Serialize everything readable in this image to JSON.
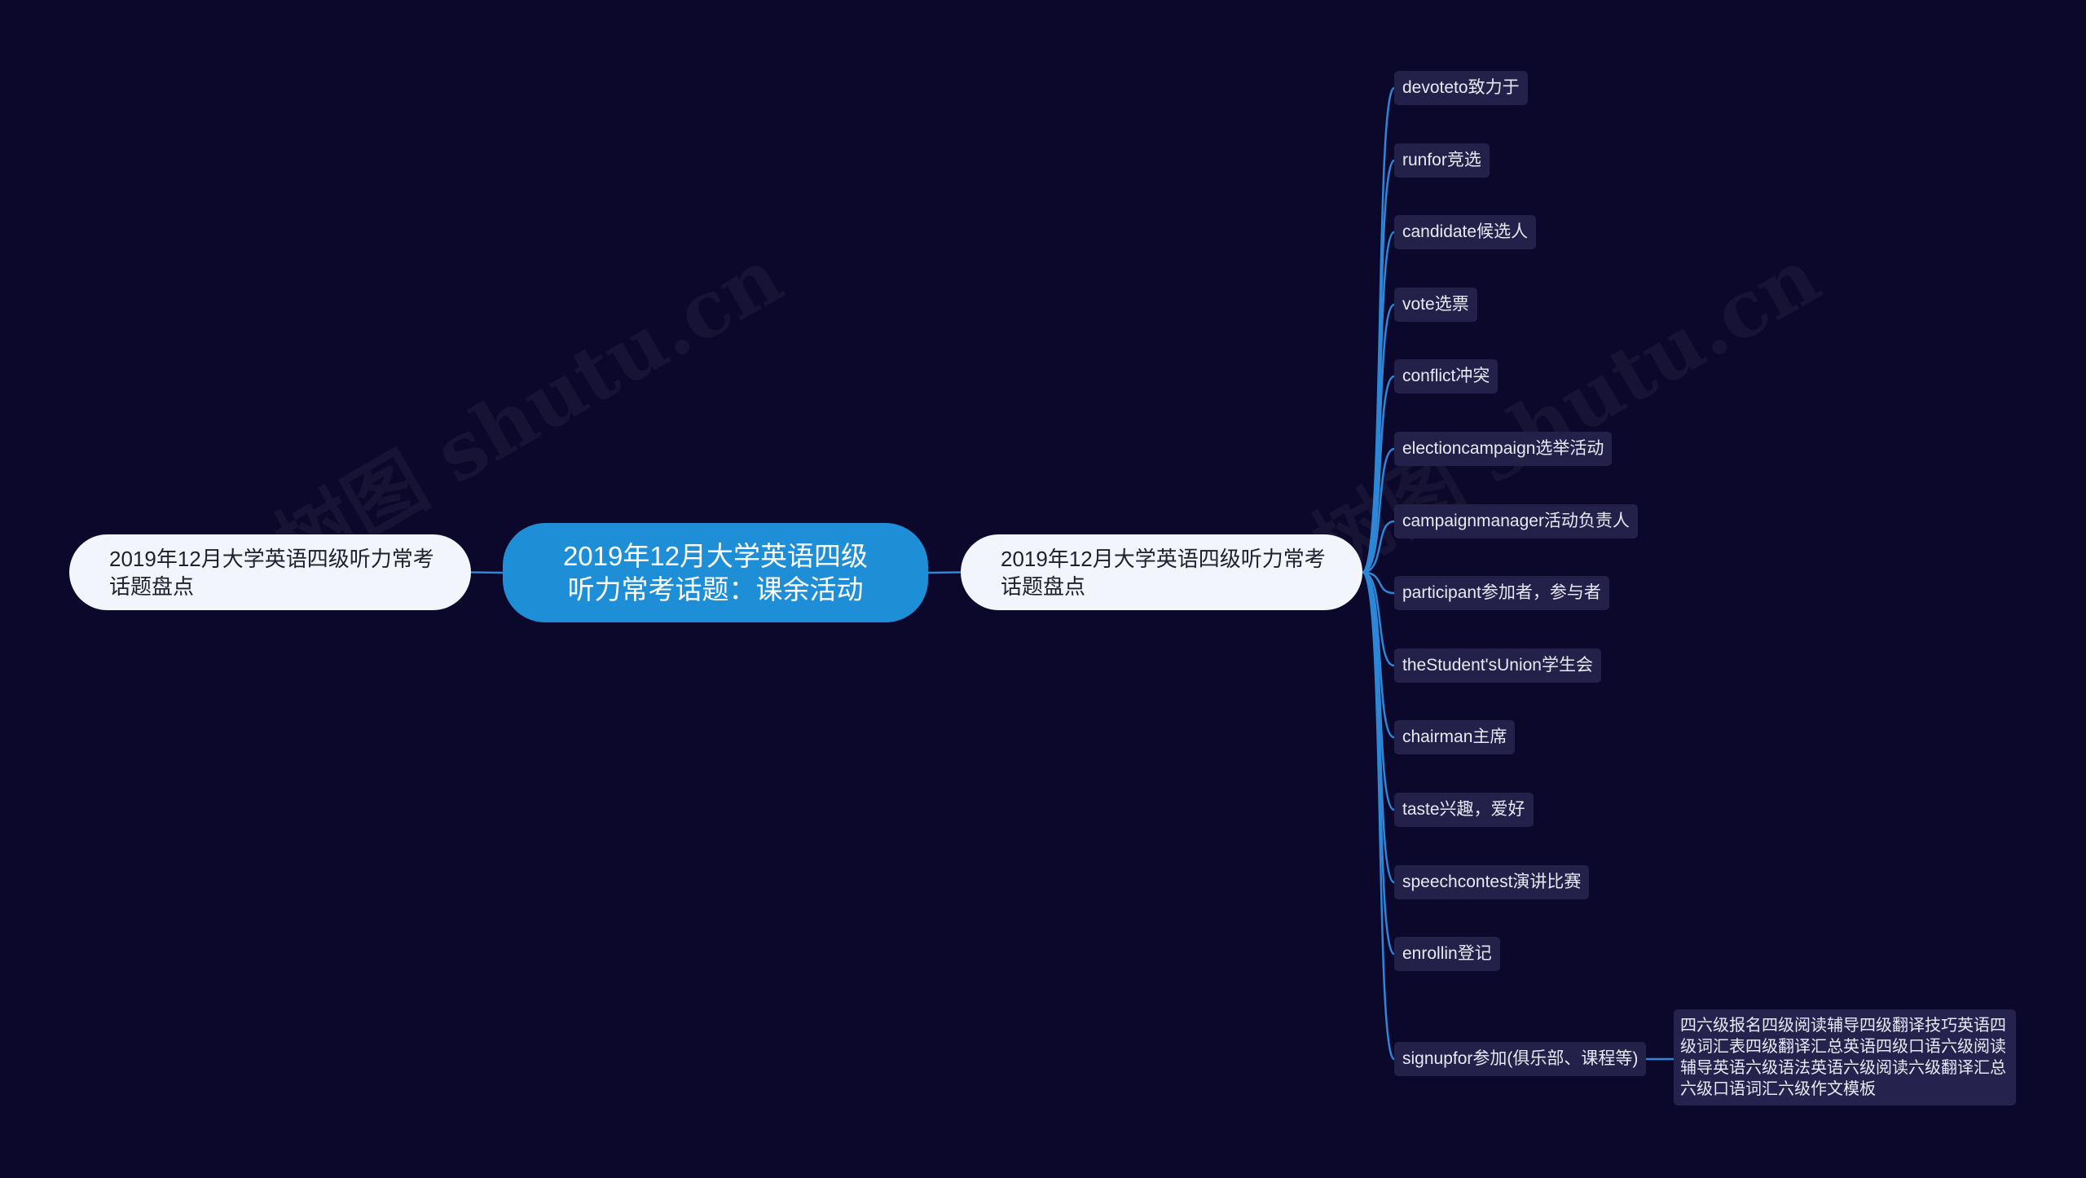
{
  "watermark": "树图 shutu.cn",
  "root": {
    "label": "2019年12月大学英语四级听力常考话题：课余活动"
  },
  "left_topic": {
    "label": "2019年12月大学英语四级听力常考话题盘点"
  },
  "right_topic": {
    "label": "2019年12月大学英语四级听力常考话题盘点"
  },
  "branches": [
    {
      "label": "devoteto致力于"
    },
    {
      "label": "runfor竞选"
    },
    {
      "label": "candidate候选人"
    },
    {
      "label": "vote选票"
    },
    {
      "label": "conflict冲突"
    },
    {
      "label": "electioncampaign选举活动"
    },
    {
      "label": "campaignmanager活动负责人"
    },
    {
      "label": "participant参加者，参与者"
    },
    {
      "label": "theStudent'sUnion学生会"
    },
    {
      "label": "chairman主席"
    },
    {
      "label": "taste兴趣，爱好"
    },
    {
      "label": "speechcontest演讲比赛"
    },
    {
      "label": "enrollin登记"
    },
    {
      "label": "signupfor参加(俱乐部、课程等)"
    }
  ],
  "note": {
    "text": "四六级报名四级阅读辅导四级翻译技巧英语四级词汇表四级翻译汇总英语四级口语六级阅读辅导英语六级语法英语六级阅读六级翻译汇总六级口语词汇六级作文模板"
  },
  "colors": {
    "background": "#0b082b",
    "root_fill": "#1e8fd6",
    "root_text": "#ffffff",
    "topic_fill": "#f2f5fb",
    "topic_text": "#1f1f2e",
    "subtopic_fill": "#23204a",
    "subtopic_text": "#e9e9f3",
    "connector": "#2d86d6"
  }
}
